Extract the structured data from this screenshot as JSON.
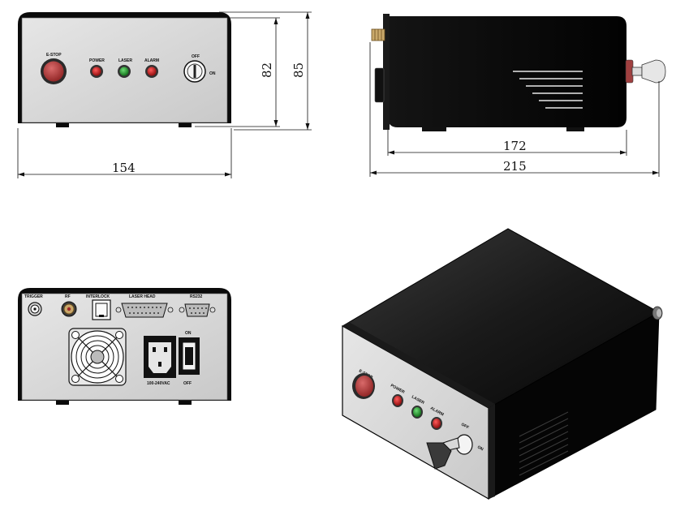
{
  "colors": {
    "panel": "#d9d9d9",
    "body": "#0b0b0b",
    "estop": "#b23a3a",
    "led_red": "#c41414",
    "led_green": "#1e9a2a",
    "line": "#111111"
  },
  "front_view": {
    "labels": {
      "estop": "E-STOP",
      "power": "POWER",
      "laser": "LASER",
      "alarm": "ALARM",
      "off": "OFF",
      "on": "ON"
    },
    "dimensions": {
      "width": "154",
      "height_inner": "82",
      "height_outer": "85"
    }
  },
  "side_view": {
    "dimensions": {
      "body_length": "172",
      "total_length": "215"
    }
  },
  "rear_view": {
    "labels": {
      "trigger": "TRIGGER",
      "rf": "RF",
      "interlock": "INTERLOCK",
      "laser_head": "LASER HEAD",
      "rs232": "RS232",
      "on": "ON",
      "off": "OFF",
      "voltage": "100-240VAC"
    }
  },
  "iso_view": {
    "labels": {
      "estop": "E-STOP",
      "power": "POWER",
      "laser": "LASER",
      "alarm": "ALARM",
      "off": "OFF",
      "on": "ON"
    }
  },
  "icons": [
    "fan-icon",
    "key-icon",
    "ac-inlet-icon",
    "bnc-connector-icon",
    "rj45-jack-icon",
    "d-sub-connector-icon",
    "rocker-switch-icon"
  ]
}
